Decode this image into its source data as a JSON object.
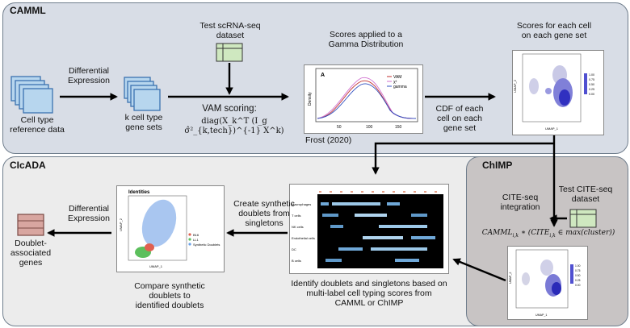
{
  "panels": {
    "camml": "CAMML",
    "cicada": "CIcADA",
    "chimp": "ChIMP"
  },
  "camml": {
    "cell_type_ref_line1": "Cell type",
    "cell_type_ref_line2": "reference data",
    "diff_expr_line1": "Differential",
    "diff_expr_line2": "Expression",
    "gene_sets_line1": "k cell type",
    "gene_sets_line2": "gene sets",
    "test_scrna_line1": "Test scRNA-seq",
    "test_scrna_line2": "dataset",
    "vam_scoring": "VAM scoring:",
    "vam_formula": "diag(X_k^T (I_g σ̂²_{k,tech})^{-1} X^k)",
    "gamma_line1": "Scores applied to a",
    "gamma_line2": "Gamma Distribution",
    "frost_citation": "Frost (2020)",
    "cdf_line1": "CDF of each",
    "cdf_line2": "cell on each",
    "cdf_line3": "gene set",
    "scores_line1": "Scores for each cell",
    "scores_line2": "on each gene set"
  },
  "gamma_plot": {
    "panel_letter": "A",
    "ylabel": "Density",
    "x_ticks": [
      "50",
      "100",
      "150"
    ],
    "legend": [
      "VAM",
      "χ²",
      "gamma"
    ]
  },
  "umap_plots": {
    "xlabel": "UMAP_1",
    "ylabel": "UMAP_2",
    "legend_ticks": [
      "1.00",
      "0.75",
      "0.50",
      "0.25",
      "0.00"
    ]
  },
  "chimp": {
    "test_cite_line1": "Test CITE-seq",
    "test_cite_line2": "dataset",
    "integration_line1": "CITE-seq",
    "integration_line2": "integration"
  },
  "cicada": {
    "create_line1": "Create synthetic",
    "create_line2": "doublets from",
    "create_line3": "singletons",
    "identify_line1": "Identify doublets and singletons based on",
    "identify_line2": "multi-label cell typing scores from",
    "identify_line3": "CAMML or ChIMP",
    "compare_line1": "Compare synthetic",
    "compare_line2": "doublets to",
    "compare_line3": "identified doublets",
    "diff_expr_line1": "Differential",
    "diff_expr_line2": "Expression",
    "doublet_line1": "Doublet-",
    "doublet_line2": "associated",
    "doublet_line3": "genes"
  },
  "identities_plot": {
    "title": "Identities",
    "xlabel": "UMAP_1",
    "ylabel": "UMAP_2",
    "legend": [
      "B16",
      "LL1",
      "Synthetic Doublets"
    ]
  },
  "heatmap": {
    "row_labels": [
      "Macrophages",
      "T cells",
      "NK cells",
      "Endothelial cells",
      "DC",
      "B cells"
    ]
  },
  "colors": {
    "camml_bg": "#d8dde6",
    "cicada_bg": "#ececec",
    "chimp_bg": "#c8c4c4",
    "border": "#6f7d8c",
    "doc_fill": "#b7d6ee",
    "doc_border": "#3b72b0",
    "genes_fill": "#d8a6a0",
    "dataset_fill": "#cfe8c0"
  }
}
